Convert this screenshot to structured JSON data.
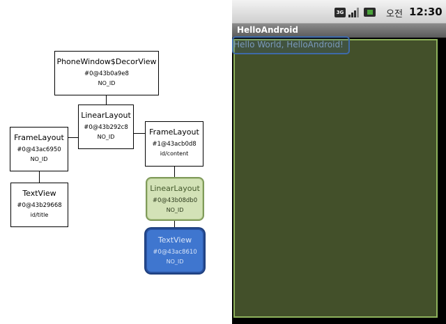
{
  "hierarchy": {
    "nodes": [
      {
        "class": "PhoneWindow$DecorView",
        "hash": "#0@43b0a9e8",
        "id": "NO_ID"
      },
      {
        "class": "LinearLayout",
        "hash": "#0@43b292c8",
        "id": "NO_ID"
      },
      {
        "class": "FrameLayout",
        "hash": "#0@43ac6950",
        "id": "NO_ID"
      },
      {
        "class": "FrameLayout",
        "hash": "#1@43acb0d8",
        "id": "id/content"
      },
      {
        "class": "TextView",
        "hash": "#0@43b29668",
        "id": "id/title"
      },
      {
        "class": "LinearLayout",
        "hash": "#0@43b08db0",
        "id": "NO_ID"
      },
      {
        "class": "TextView",
        "hash": "#0@43ac8610",
        "id": "NO_ID"
      }
    ]
  },
  "device": {
    "status_bar": {
      "network_label": "3G",
      "ampm": "오전",
      "time": "12:30",
      "battery_color": "#4aa33a"
    },
    "app_title": "HelloAndroid",
    "hello_text": "Hello World, HelloAndroid!",
    "content_bg": "#43502a"
  }
}
